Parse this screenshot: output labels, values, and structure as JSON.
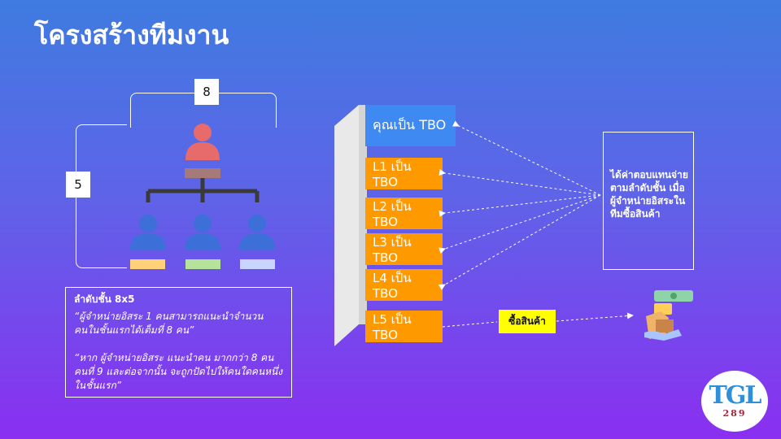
{
  "title": "โครงสร้างทีมงาน",
  "structure": {
    "width_label": "8",
    "depth_label": "5"
  },
  "rank_box": {
    "heading": "ลำดับชั้น 8x5",
    "para1": "“ผู้จำหน่ายอิสระ 1 คนสามารถแนะนำจำนวนคนในชั้นแรกได้เต็มที่ 8 คน”",
    "para2": "“หาก ผู้จำหน่ายอิสระ แนะนำคน มากกว่า 8 คน คนที่ 9 และต่อจากนั้น จะถูกปัดไปให้คนใดคนหนึ่งในชั้นแรก”"
  },
  "levels": {
    "you": "คุณเป็น TBO",
    "items": [
      "L1 เป็น TBO",
      "L2 เป็น TBO",
      "L3 เป็น TBO",
      "L4 เป็น TBO",
      "L5 เป็น TBO"
    ]
  },
  "commission_note": "ได้ค่าตอบแทนจ่ายตามลำดับชั้น เมื่อผู้จำหน่ายอิสระในทีมซื้อสินค้า",
  "buy_label": "ซื้อสินค้า",
  "logo": {
    "letters": "TGL",
    "number": "289"
  },
  "colors": {
    "tier": "#ff9900",
    "you": "#3e8af2",
    "buy": "#ffff00",
    "person_top": "#e86b6b",
    "person_bottom": "#3d6fd8"
  }
}
